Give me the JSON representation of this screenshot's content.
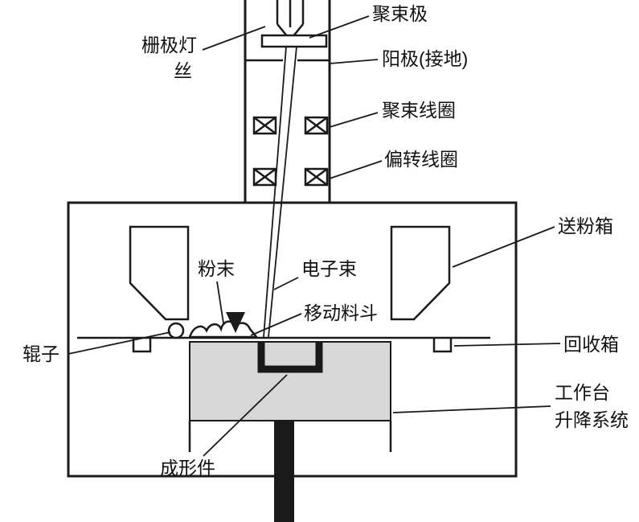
{
  "diagram": {
    "type": "schematic",
    "subject": "electron-beam powder-bed additive manufacturing machine",
    "labels": {
      "focusing_electrode": "聚束极",
      "grid_filament_line1": "栅极灯",
      "grid_filament_line2": "丝",
      "anode_grounded": "阳极(接地)",
      "focusing_coil": "聚束线圈",
      "deflection_coil": "偏转线圈",
      "powder_feed_box": "送粉箱",
      "powder": "粉末",
      "electron_beam": "电子束",
      "moving_hopper": "移动料斗",
      "roller": "辊子",
      "recovery_box": "回收箱",
      "worktable_line1": "工作台",
      "worktable_line2": "升降系统",
      "formed_part": "成形件"
    },
    "colors": {
      "line": "#1a1a1a",
      "tank_fill": "#d8d8d8",
      "background": "#ffffff"
    }
  }
}
